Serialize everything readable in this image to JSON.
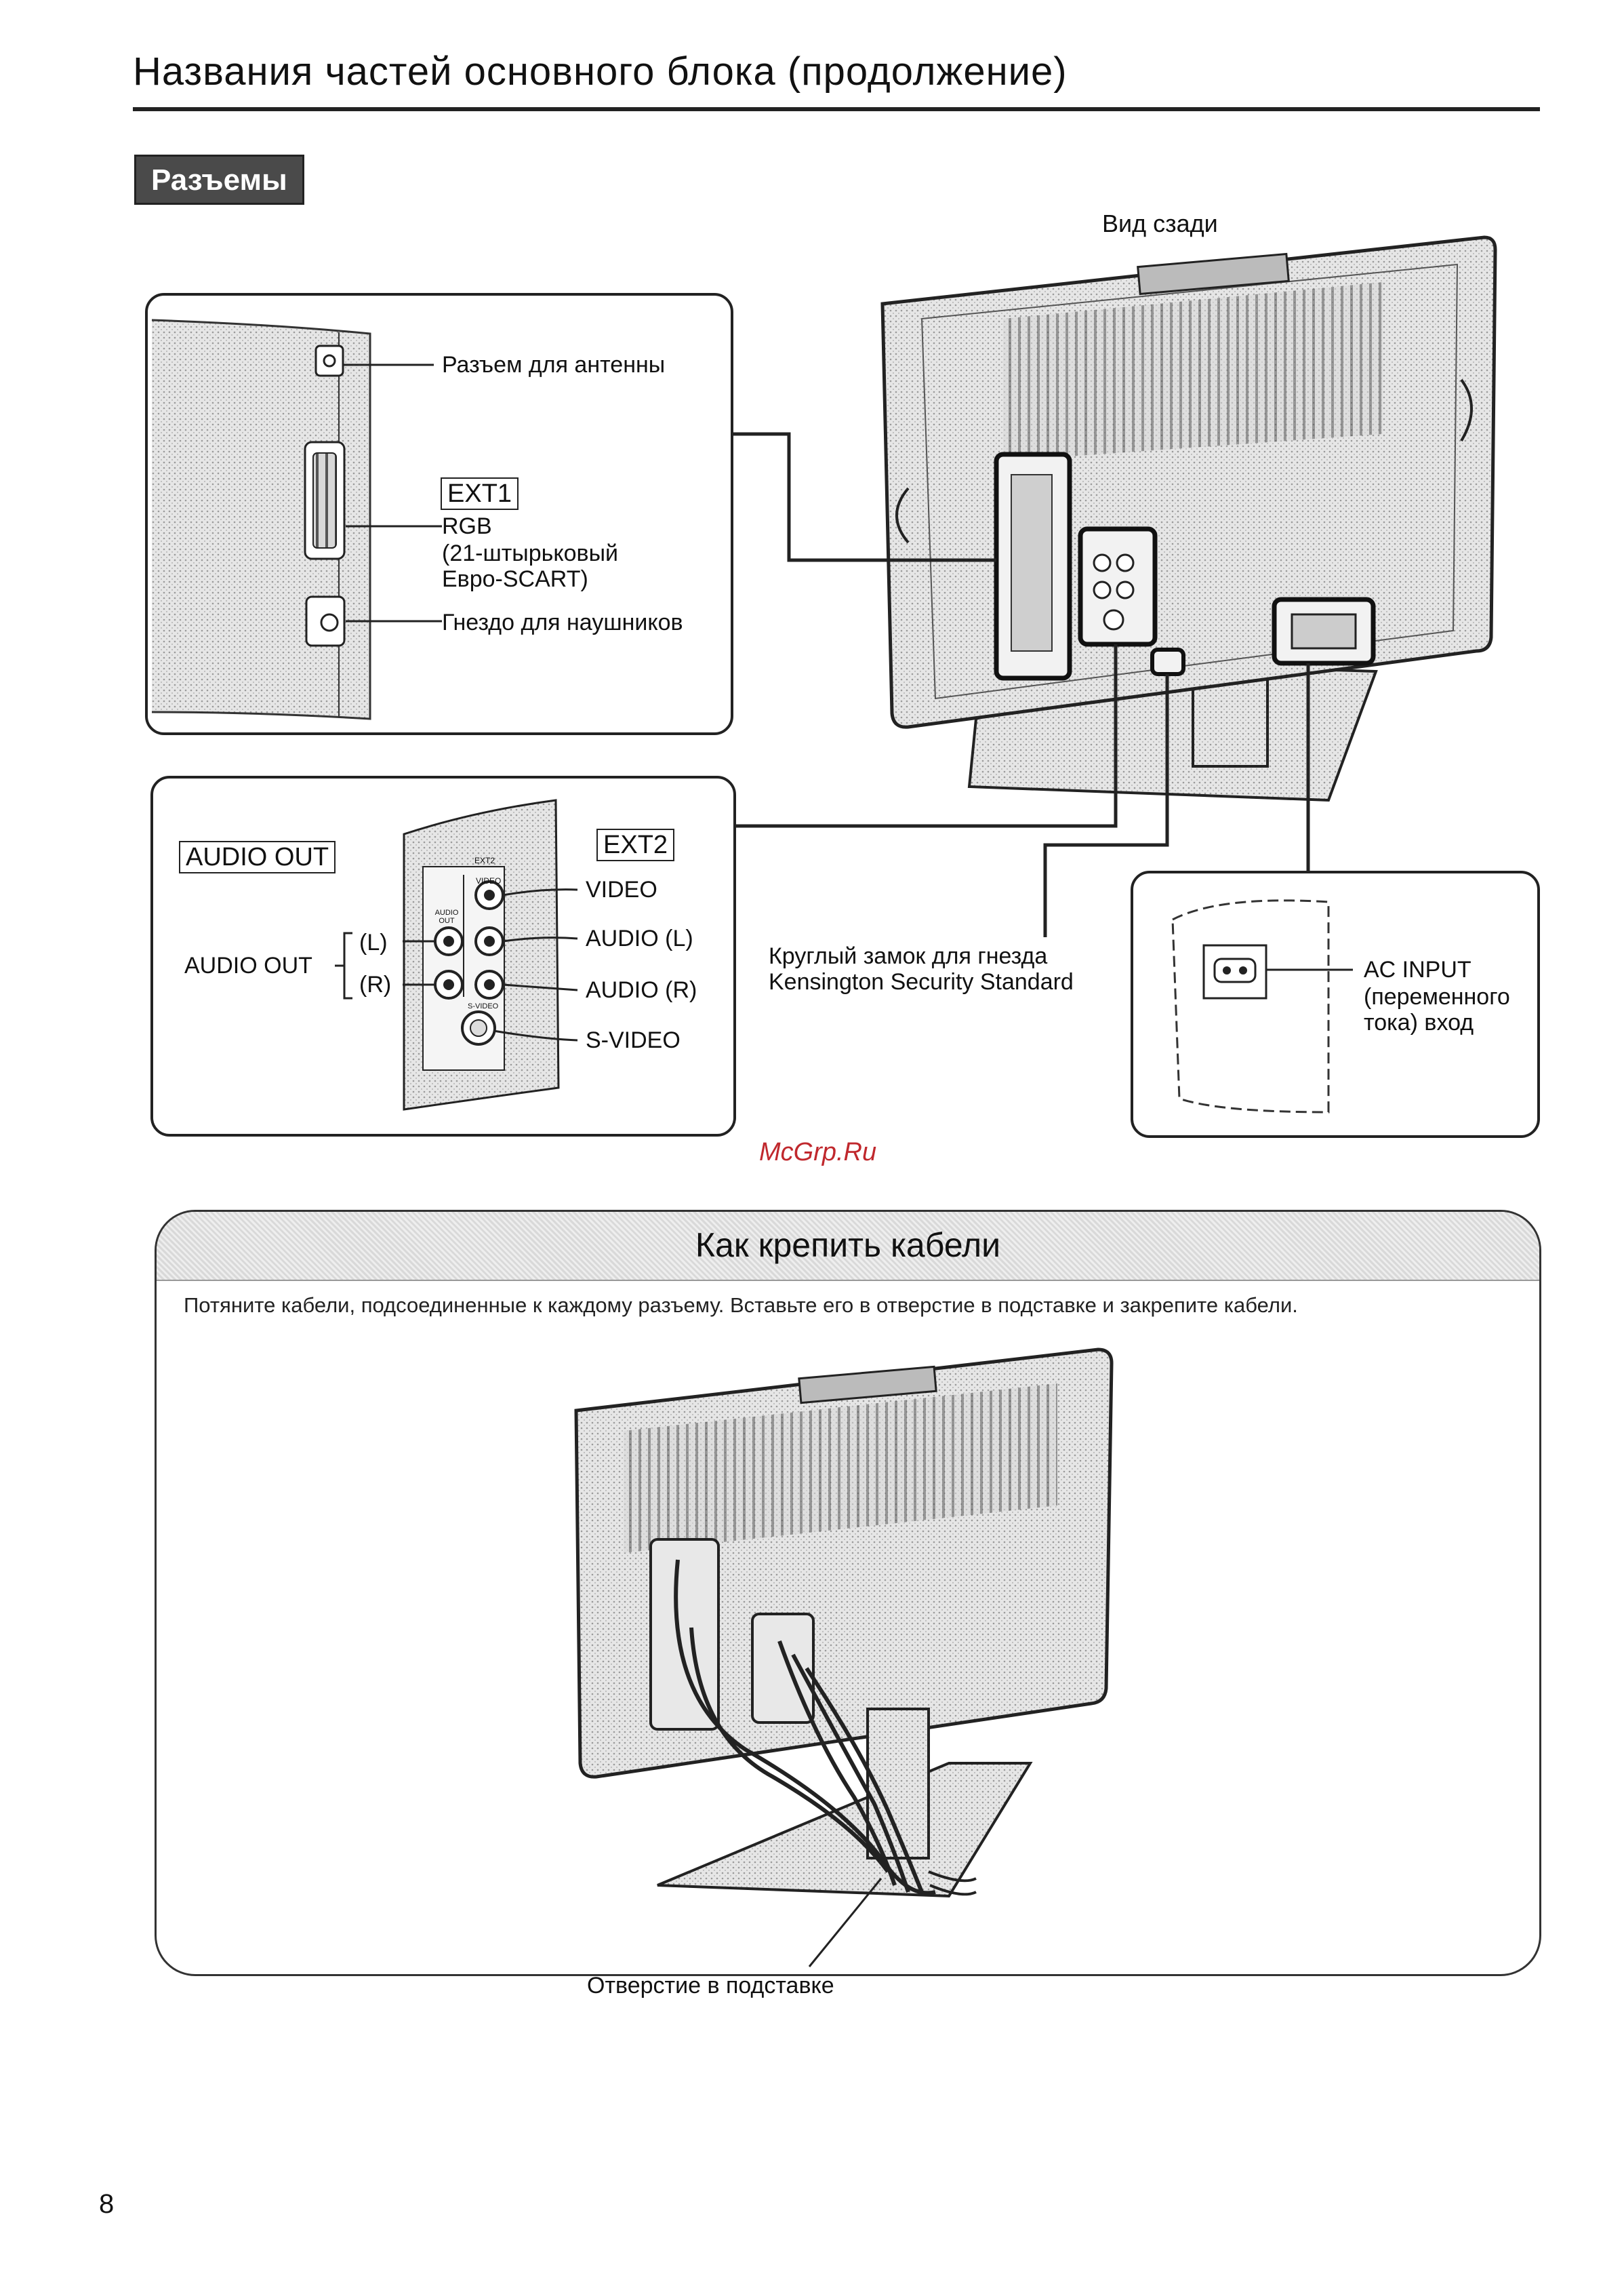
{
  "page": {
    "title": "Названия частей основного блока (продолжение)",
    "section_badge": "Разъемы",
    "page_number": "8",
    "watermark": "McGrp.Ru"
  },
  "rear_view": {
    "label": "Вид сзади"
  },
  "panel_ext1": {
    "antenna_label": "Разъем для антенны",
    "ext1_badge": "EXT1",
    "rgb_line1": "RGB",
    "rgb_line2": "(21-штырьковый",
    "rgb_line3": "Евро-SCART)",
    "headphones_label": "Гнездо для наушников"
  },
  "panel_ext2": {
    "audio_out_badge": "AUDIO OUT",
    "audio_out_label": "AUDIO OUT",
    "left_label": "(L)",
    "right_label": "(R)",
    "ext2_badge": "EXT2",
    "video_label": "VIDEO",
    "audio_l_label": "AUDIO (L)",
    "audio_r_label": "AUDIO (R)",
    "svideo_label": "S-VIDEO",
    "panel_ext2_text": "EXT2",
    "panel_video_text": "VIDEO",
    "panel_audio_out_text": "AUDIO OUT",
    "panel_svideo_text": "S-VIDEO"
  },
  "kensington": {
    "line1": "Круглый замок для гнезда",
    "line2": "Kensington Security Standard"
  },
  "ac_panel": {
    "line1": "AC INPUT",
    "line2": "(переменного",
    "line3": "тока) вход"
  },
  "cable_tip": {
    "title": "Как крепить кабели",
    "text": "Потяните кабели, подсоединенные к каждому разъему. Вставьте его в отверстие в подставке и закрепите кабели.",
    "hole_label": "Отверстие в подставке"
  }
}
